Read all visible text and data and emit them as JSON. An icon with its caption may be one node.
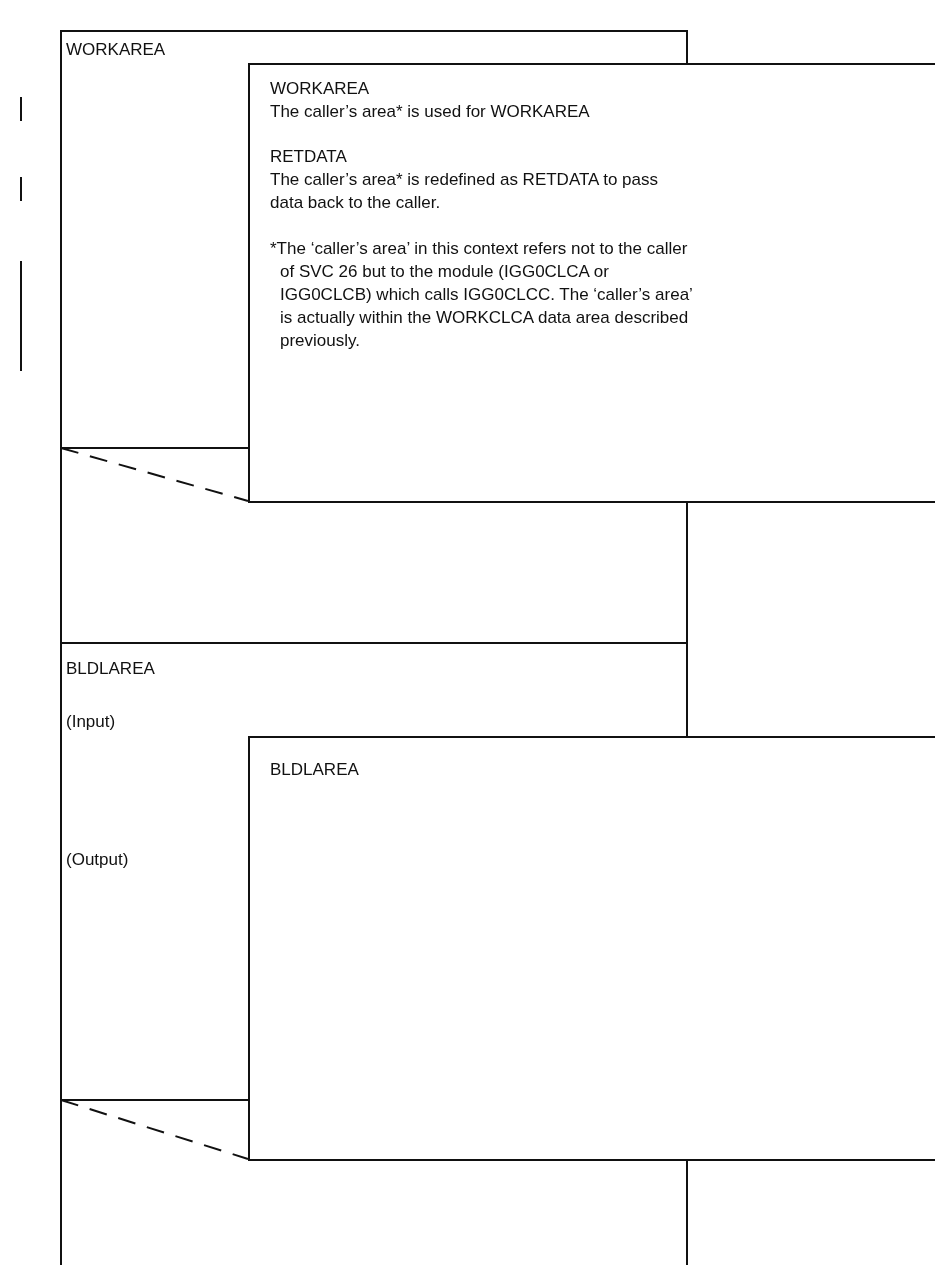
{
  "diagram": {
    "nodes": [
      {
        "text": [
          "WORKAREA"
        ]
      },
      {
        "text": [
          "WORKAREA",
          "The caller’s area* is used for WORKAREA",
          "RETDATA",
          "The caller’s area* is redefined as RETDATA to pass data back to the caller.",
          "*The ‘caller’s area’ in this context refers not to the caller of SVC 26 but to the module (IGG0CLCA or IGG0CLCB) which calls IGG0CLCC. The ‘caller’s area’ is actually within the WORKCLCA data area described previously."
        ]
      },
      {
        "text": [
          "BLDLAREA",
          "(Input)",
          "(Output)"
        ]
      },
      {
        "text": [
          "BLDLAREA"
        ]
      }
    ],
    "edges": [
      {
        "from": 0,
        "to": 1,
        "arrow": "none"
      },
      {
        "from": 0,
        "to": 1,
        "arrow": "none",
        "style": "dashed"
      },
      {
        "from": 2,
        "to": 3,
        "arrow": "none"
      },
      {
        "from": 2,
        "to": 3,
        "arrow": "none",
        "style": "dashed"
      }
    ]
  }
}
